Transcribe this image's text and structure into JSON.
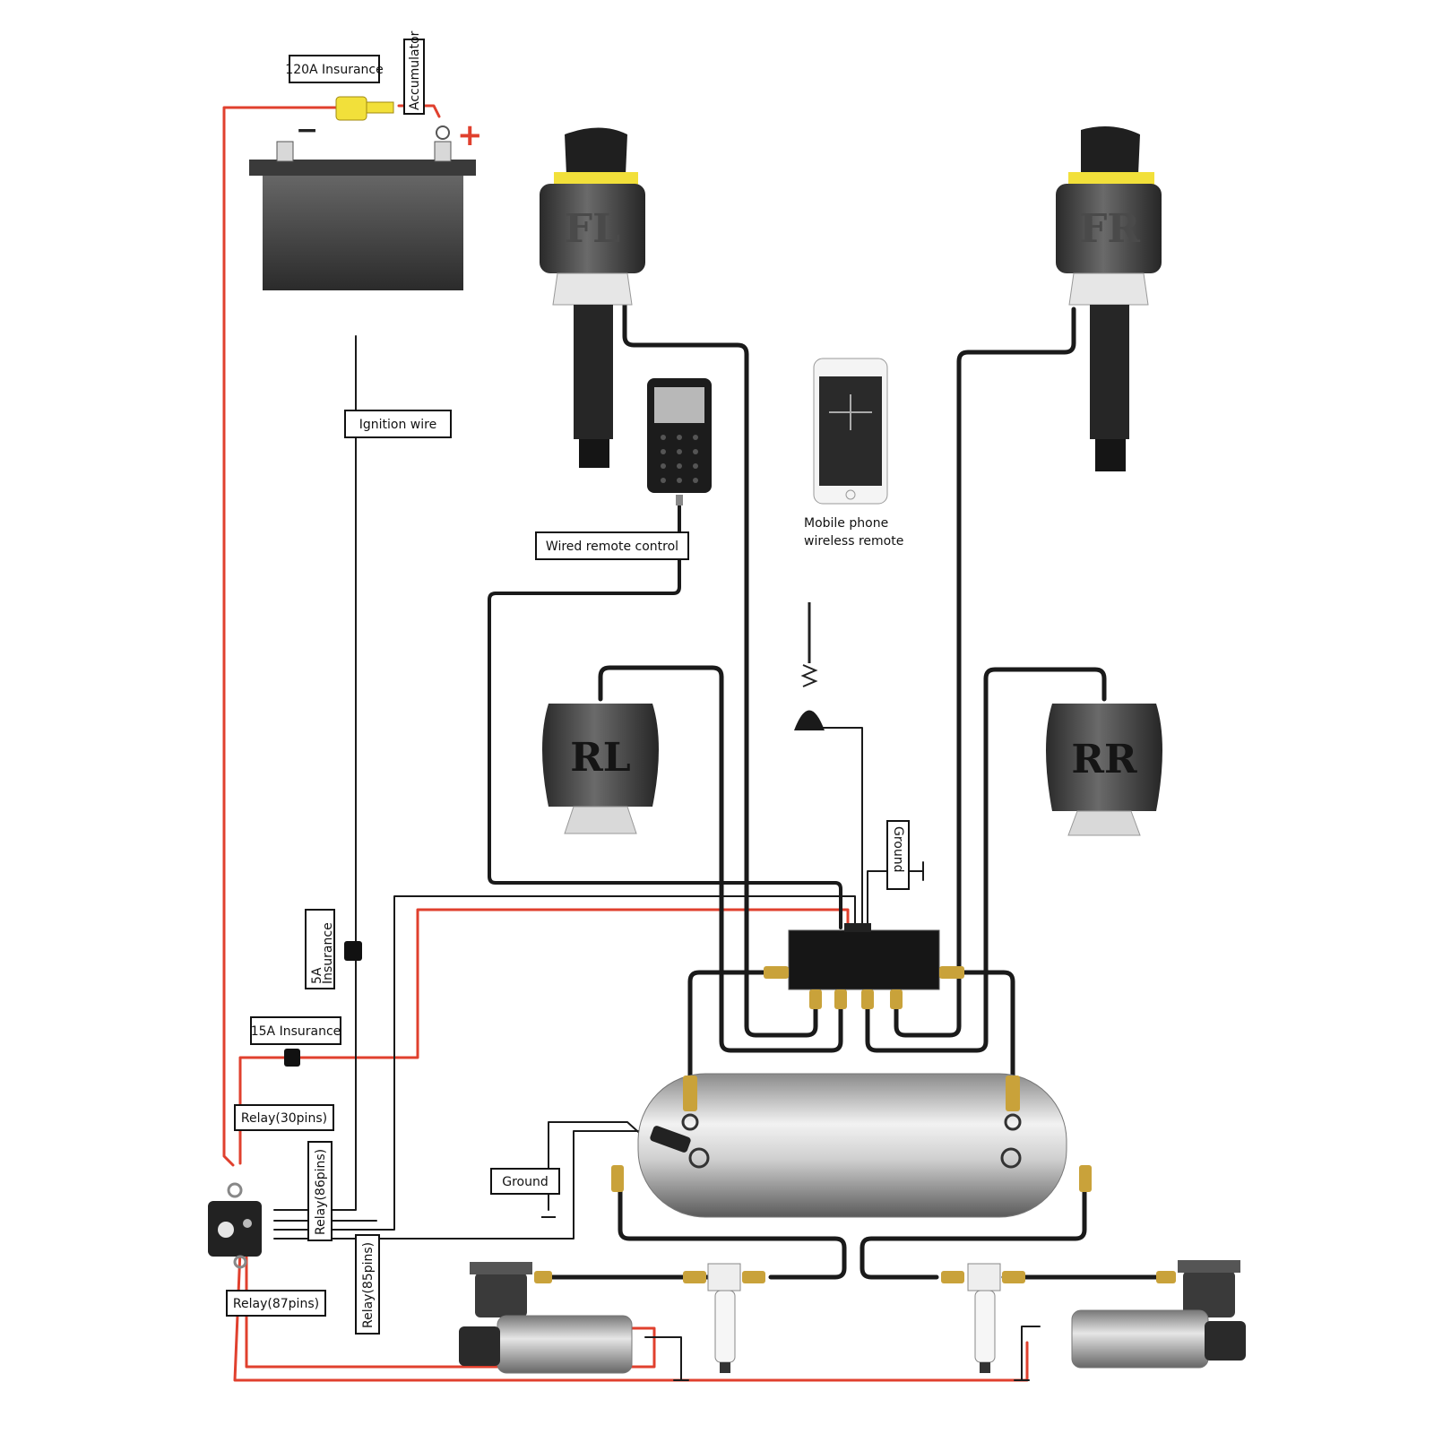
{
  "labels": {
    "fuse_120a": "120A Insurance",
    "accumulator": "Accumulator",
    "ignition": "Ignition wire",
    "wired_remote": "Wired remote control",
    "mobile_1": "Mobile phone",
    "mobile_2": "wireless remote",
    "ground_top": "Ground",
    "ground_tank": "Ground",
    "fuse_5a_1": "5A",
    "fuse_5a_2": "Insurance",
    "fuse_15a": "15A Insurance",
    "relay30": "Relay(30pins)",
    "relay86": "Relay(86pins)",
    "relay85": "Relay(85pins)",
    "relay87": "Relay(87pins)",
    "polarity_neg": "−",
    "polarity_pos": "+"
  },
  "bags": {
    "fl": "FL",
    "fr": "FR",
    "rl": "RL",
    "rr": "RR"
  },
  "colors": {
    "power_wire": "#e0402e",
    "air_line": "#1a1a1a",
    "fuse_body": "#f2e03a",
    "brass_fitting": "#c9a23a",
    "bag_rubber": "#3b3b3b"
  }
}
